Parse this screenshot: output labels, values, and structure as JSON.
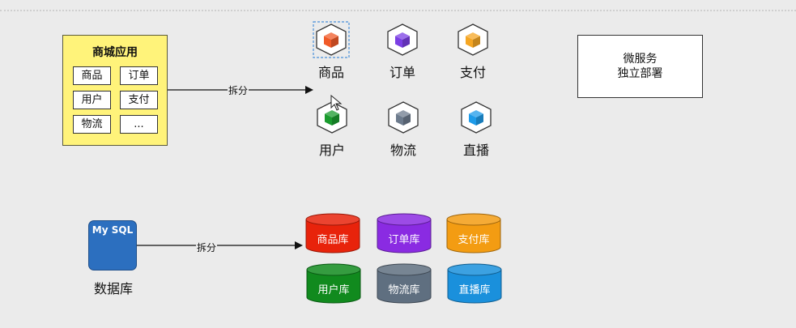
{
  "app": {
    "title": "商城应用",
    "modules": [
      "商品",
      "订单",
      "用户",
      "支付",
      "物流",
      "..."
    ]
  },
  "split_label_top": "拆分",
  "split_label_bottom": "拆分",
  "services": [
    {
      "label": "商品",
      "color": "#f05a28"
    },
    {
      "label": "订单",
      "color": "#7b3fe4"
    },
    {
      "label": "支付",
      "color": "#f5a623"
    },
    {
      "label": "用户",
      "color": "#1a9b2e"
    },
    {
      "label": "物流",
      "color": "#6d7b8d"
    },
    {
      "label": "直播",
      "color": "#1e9be9"
    }
  ],
  "note": {
    "line1": "微服务",
    "line2": "独立部署"
  },
  "database": {
    "badge": "My SQL",
    "caption": "数据库",
    "color": "#2c6fbf"
  },
  "databases": [
    {
      "label": "商品库",
      "color": "#e8230b"
    },
    {
      "label": "订单库",
      "color": "#8a2be2"
    },
    {
      "label": "支付库",
      "color": "#f39c12"
    },
    {
      "label": "用户库",
      "color": "#118a1e"
    },
    {
      "label": "物流库",
      "color": "#5f6f80"
    },
    {
      "label": "直播库",
      "color": "#1a90dc"
    }
  ]
}
